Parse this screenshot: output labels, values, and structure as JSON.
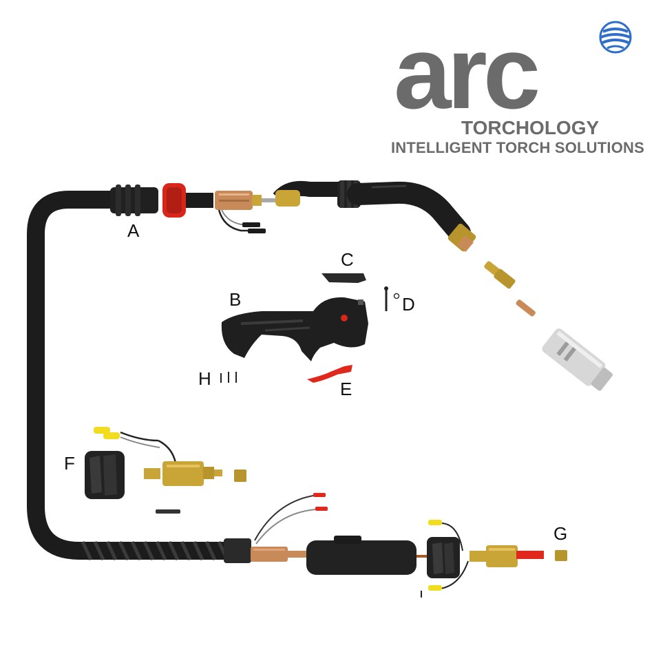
{
  "brand": {
    "logo_word": "arc",
    "name": "TORCHOLOGY",
    "tagline": "INTELLIGENT TORCH SOLUTIONS",
    "logo_icon": "globe-icon",
    "colors": {
      "logo_gray": "#6b6b6b",
      "globe_blue": "#2f6fc9"
    }
  },
  "parts": {
    "labels": [
      "A",
      "B",
      "C",
      "D",
      "E",
      "F",
      "G",
      "H"
    ]
  },
  "colors": {
    "cable": "#1c1c1c",
    "brass": "#c9a437",
    "copper": "#c98a5a",
    "red_ring": "#d8261a",
    "trigger": "#e0281c",
    "nozzle": "#d7d7d7",
    "wire_yellow": "#f1dc1f"
  }
}
